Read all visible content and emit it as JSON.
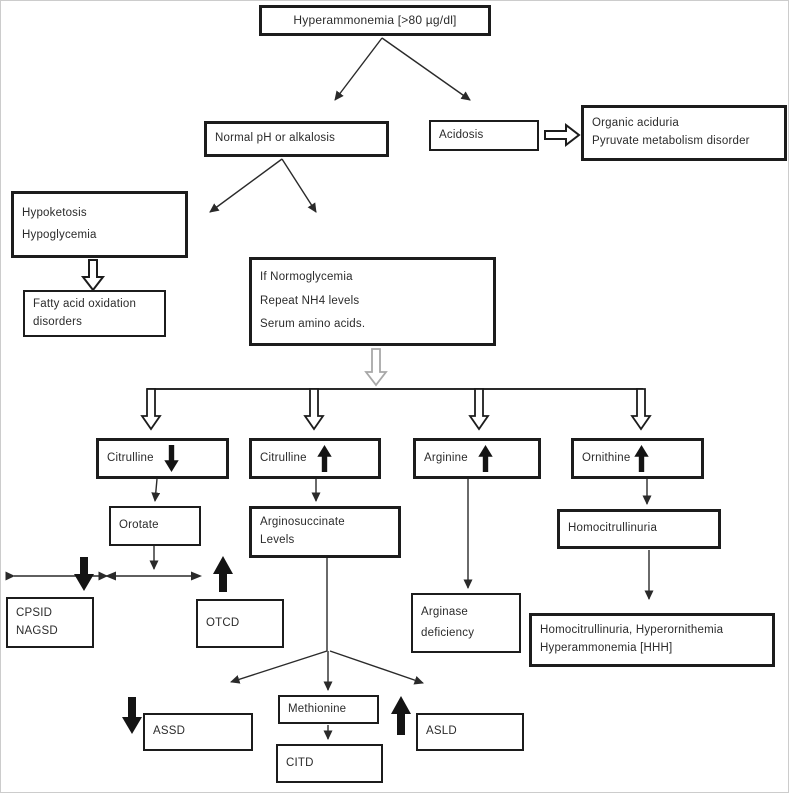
{
  "nodes": {
    "hyperammonemia": {
      "label": "Hyperammonemia [>80 µg/dl]"
    },
    "normal_ph": {
      "label": "Normal pH or alkalosis"
    },
    "acidosis": {
      "label": "Acidosis"
    },
    "organic_aciduria": {
      "label": "Organic aciduria\nPyruvate metabolism disorder"
    },
    "hypoketosis": {
      "label": "Hypoketosis\nHypoglycemia"
    },
    "fatty_acid": {
      "label": "Fatty acid oxidation\ndisorders"
    },
    "normoglycemia": {
      "label": "If Normoglycemia\nRepeat NH4 levels\nSerum amino acids."
    },
    "citrulline_low": {
      "label": "Citrulline",
      "arrow": "down"
    },
    "citrulline_high": {
      "label": "Citrulline",
      "arrow": "up"
    },
    "arginine_high": {
      "label": "Arginine",
      "arrow": "up"
    },
    "ornithine_high": {
      "label": "Ornithine",
      "arrow": "up"
    },
    "orotate": {
      "label": "Orotate"
    },
    "arginosuccinate": {
      "label": "Arginosuccinate\nLevels"
    },
    "homocitrullinuria": {
      "label": "Homocitrullinuria"
    },
    "cpsid": {
      "label": "CPSID\nNAGSD"
    },
    "otcd": {
      "label": "OTCD"
    },
    "arginase": {
      "label": "Arginase\ndeficiency"
    },
    "hhh": {
      "label": "Homocitrullinuria, Hyperornithemia\nHyperammonemia [HHH]"
    },
    "assd": {
      "label": "ASSD"
    },
    "methionine": {
      "label": "Methionine"
    },
    "citd": {
      "label": "CITD"
    },
    "asld": {
      "label": "ASLD"
    }
  },
  "icons": {
    "up_arrow": "increased-level",
    "down_arrow": "decreased-level",
    "hollow_down_arrow": "flow-down",
    "hollow_right_arrow": "flow-right"
  },
  "colors": {
    "line": "#2a2a2a",
    "box_border": "#1c1c1c",
    "background": "#ffffff",
    "gray_arrow": "#a8a8a8"
  }
}
